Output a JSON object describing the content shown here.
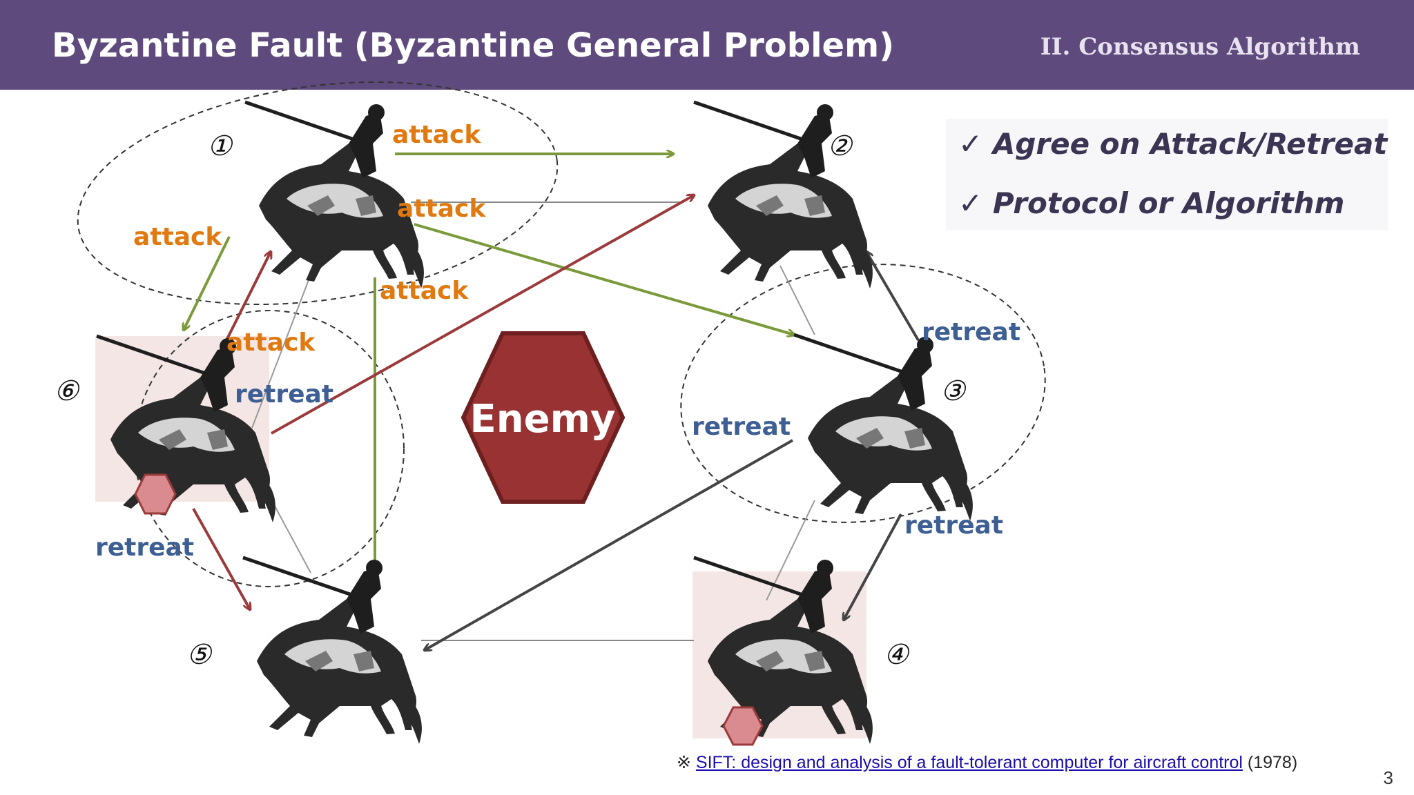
{
  "header": {
    "title": "Byzantine Fault (Byzantine General Problem)",
    "section": "II. Consensus Algorithm"
  },
  "generals": [
    {
      "id": 1,
      "label": "①",
      "traitor": false
    },
    {
      "id": 2,
      "label": "②",
      "traitor": false
    },
    {
      "id": 3,
      "label": "③",
      "traitor": false
    },
    {
      "id": 4,
      "label": "④",
      "traitor": true
    },
    {
      "id": 5,
      "label": "⑤",
      "traitor": false
    },
    {
      "id": 6,
      "label": "⑥",
      "traitor": true
    }
  ],
  "enemy": {
    "label": "Enemy"
  },
  "messages": {
    "m1": "attack",
    "m2": "attack",
    "m3": "attack",
    "m4": "attack",
    "m5": "attack",
    "m6": "retreat",
    "m7": "retreat",
    "m8": "retreat",
    "m9": "retreat",
    "m10": "retreat"
  },
  "checklist": [
    "✓ Agree on Attack/Retreat",
    "✓ Protocol or Algorithm"
  ],
  "footnote": {
    "mark": "※",
    "link_text": "SIFT: design and analysis of a fault-tolerant computer for aircraft control",
    "year": " (1978)"
  },
  "page_number": "3",
  "colors": {
    "header": "#5e4a7c",
    "attack": "#e07a10",
    "retreat": "#3d5f93",
    "green_arrow": "#7a9a3a",
    "red_arrow": "#9b3a3a",
    "enemy": "#993333"
  }
}
